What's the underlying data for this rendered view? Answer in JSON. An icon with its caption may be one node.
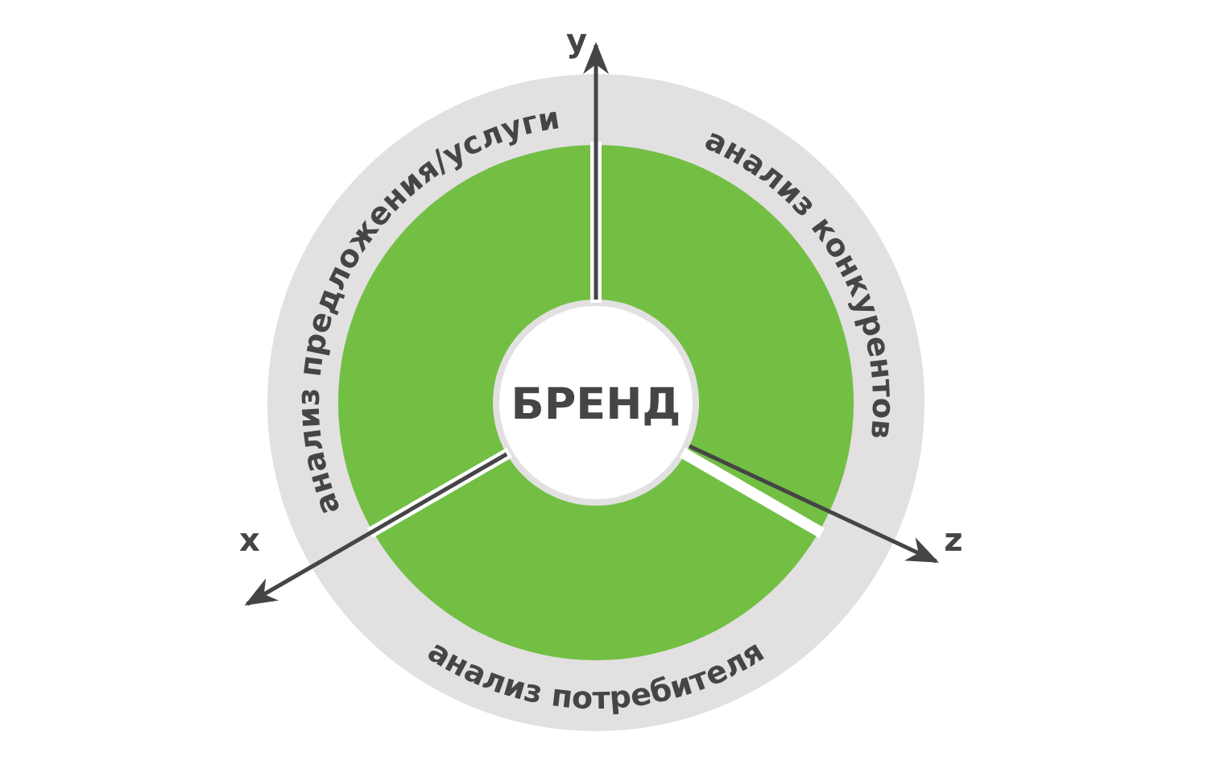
{
  "diagram": {
    "nodes": [
      {
        "text": [
          "анализ предложения/услуги"
        ]
      },
      {
        "text": [
          "анализ конкурентов"
        ]
      },
      {
        "text": [
          "анализ потребителя"
        ]
      },
      {
        "text": [
          "БРЕНД"
        ]
      }
    ],
    "labels": [
      "y",
      "x",
      "z"
    ]
  }
}
